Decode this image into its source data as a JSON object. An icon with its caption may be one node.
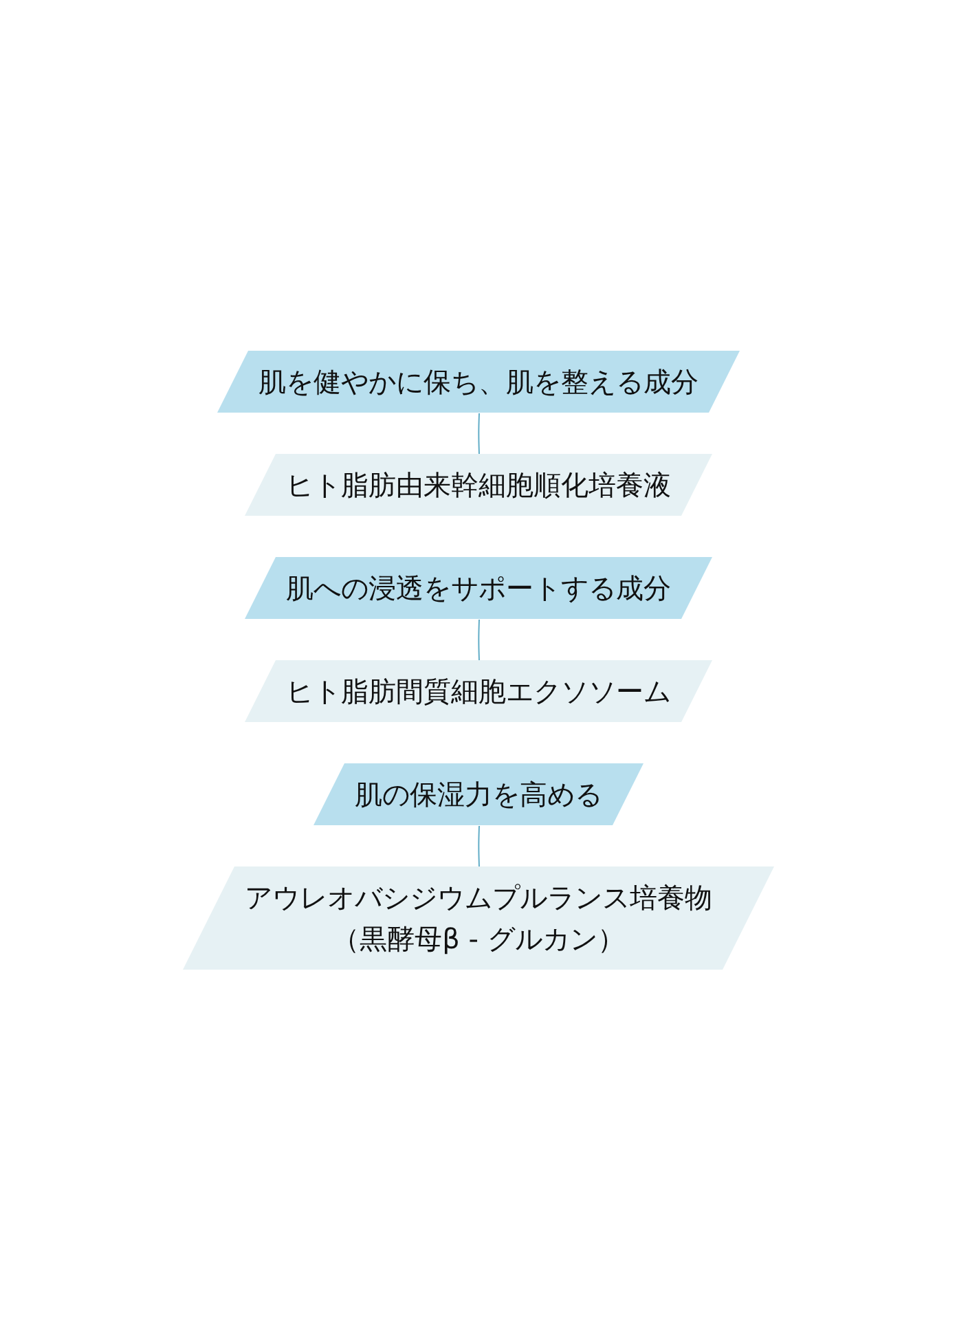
{
  "diagram": {
    "nodes": [
      {
        "text": [
          "肌を健やかに保ち、肌を整える成分"
        ]
      },
      {
        "text": [
          "ヒト脂肪由来幹細胞順化培養液"
        ]
      },
      {
        "text": [
          "肌への浸透をサポートする成分"
        ]
      },
      {
        "text": [
          "ヒト脂肪間質細胞エクソソーム"
        ]
      },
      {
        "text": [
          "肌の保湿力を高める"
        ]
      },
      {
        "text": [
          "アウレオバシジウムプルランス培養物",
          "（黒酵母β - グルカン）"
        ]
      }
    ],
    "edges": [
      {
        "from": 0,
        "to": 1,
        "arrow": "none"
      },
      {
        "from": 2,
        "to": 3,
        "arrow": "none"
      },
      {
        "from": 4,
        "to": 5,
        "arrow": "none"
      }
    ]
  }
}
